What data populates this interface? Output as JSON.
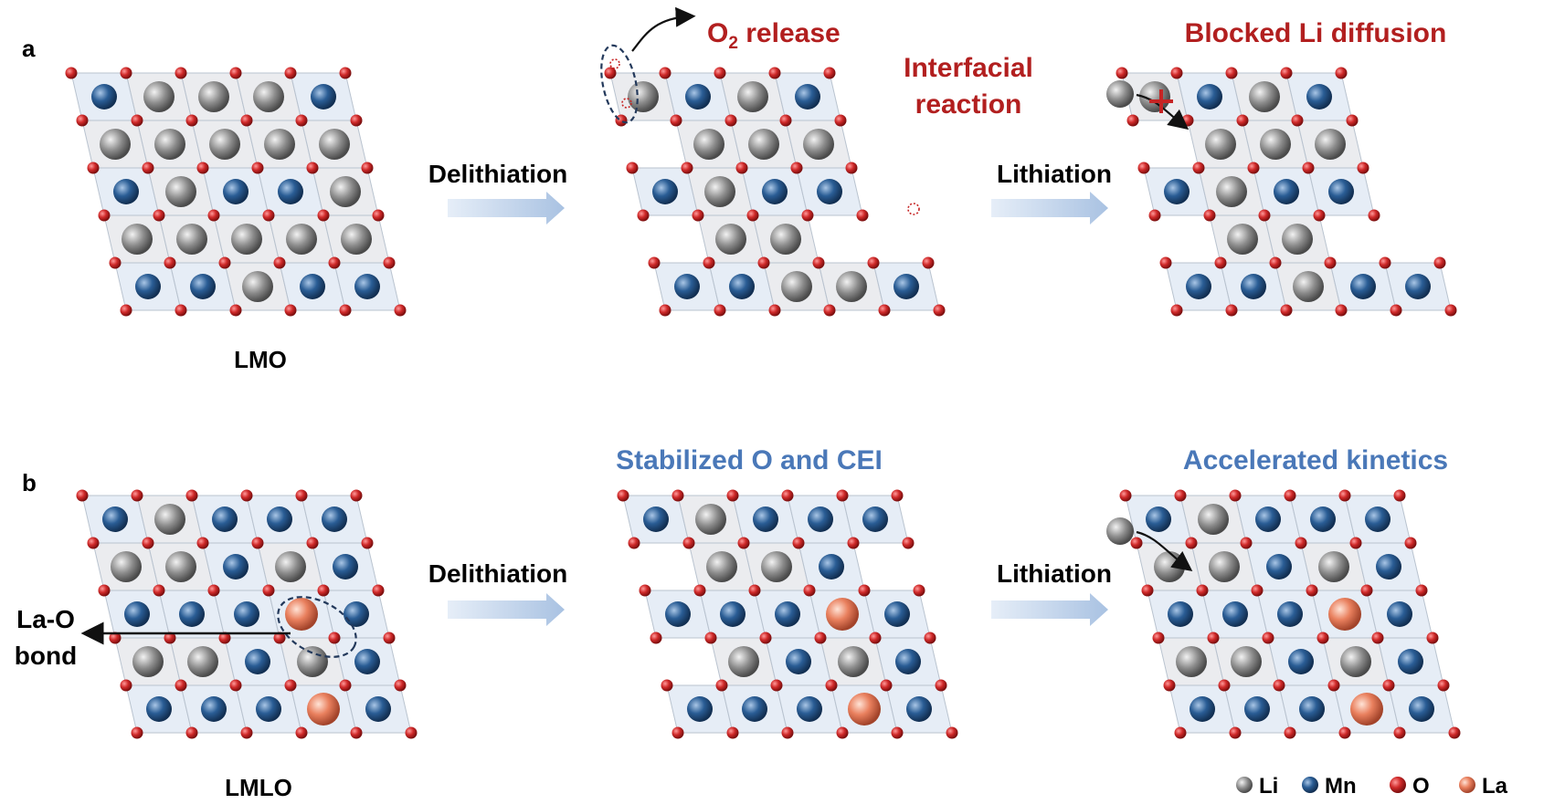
{
  "panels": {
    "a": {
      "letter": "a",
      "name": "LMO",
      "step1": "Delithiation",
      "step2": "Lithiation",
      "o2_prefix": "O",
      "o2_sub": "2",
      "o2_suffix": " release",
      "interfacial_line1": "Interfacial",
      "interfacial_line2": "reaction",
      "blocked": "Blocked Li diffusion"
    },
    "b": {
      "letter": "b",
      "name": "LMLO",
      "step1": "Delithiation",
      "step2": "Lithiation",
      "la_o_line1": "La-O",
      "la_o_line2": "bond",
      "stabilized": "Stabilized O and CEI",
      "accelerated": "Accelerated kinetics"
    }
  },
  "legend": [
    {
      "label": "Li",
      "color": "#8a8a8a"
    },
    {
      "label": "Mn",
      "color": "#1f4f82"
    },
    {
      "label": "O",
      "color": "#c62424"
    },
    {
      "label": "La",
      "color": "#e07a5f"
    }
  ],
  "colors": {
    "li": "#8a8a8a",
    "mn": "#1f4f82",
    "o": "#c62424",
    "la": "#e07a5f",
    "red_text": "#b21f1f",
    "blue_text": "#4a78b8",
    "arrow": "#b7cde8"
  },
  "structures": {
    "a_lmo": {
      "rows": [
        "MLLLM",
        "LLLLL",
        "MLMML",
        "LLLLL",
        "MMLMM"
      ],
      "del": []
    },
    "a_delith": {
      "rows": [
        "LMLM",
        "LLL",
        "MLMM",
        "LL",
        "MMLLM"
      ],
      "del": []
    },
    "a_lith": {
      "rows": [
        "LMLM",
        "LLL",
        "MLMM",
        "LL",
        "MMLMM"
      ],
      "del": []
    },
    "b_lmlo": {
      "rows": [
        "MLMMM",
        "LLMLM",
        "MMMAM",
        "LLMLM",
        "MMMAM"
      ],
      "del": []
    },
    "b_delith": {
      "rows": [
        "MLMMM",
        "LLM",
        "MMMAM",
        "LMLM",
        "MMMAM"
      ],
      "del": []
    },
    "b_lith": {
      "rows": [
        "MLMMM",
        "LLMLM",
        "MMMAM",
        "LLMLM",
        "MMMAM"
      ],
      "del": []
    }
  }
}
